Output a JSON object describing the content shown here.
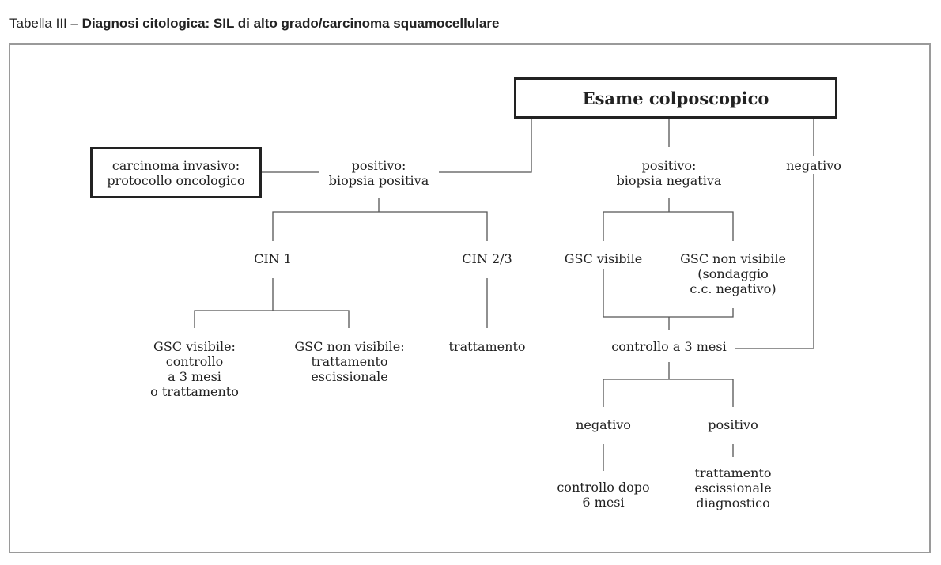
{
  "caption": {
    "prefix": "Tabella III – ",
    "title": "Diagnosi citologica: SIL di alto grado/carcinoma squamocellulare"
  },
  "nodes": {
    "root": "Esame colposcopico",
    "invasive": [
      "carcinoma invasivo:",
      "protocollo oncologico"
    ],
    "pos_biopsy_pos": [
      "positivo:",
      "biopsia positiva"
    ],
    "pos_biopsy_neg": [
      "positivo:",
      "biopsia negativa"
    ],
    "negative_top": "negativo",
    "cin1": "CIN 1",
    "cin23": "CIN 2/3",
    "gsc_vis_right": "GSC visibile",
    "gsc_nonvis_right": [
      "GSC non visibile",
      "(sondaggio",
      "c.c. negativo)"
    ],
    "gsc_vis_left": [
      "GSC visibile:",
      "controllo",
      "a 3 mesi",
      "o trattamento"
    ],
    "gsc_nonvis_left": [
      "GSC non visibile:",
      "trattamento",
      "escissionale"
    ],
    "treatment": "trattamento",
    "followup_3m": "controllo a 3 mesi",
    "negative_bottom": "negativo",
    "positive_bottom": "positivo",
    "followup_6m": [
      "controllo dopo",
      "6 mesi"
    ],
    "diag_excision": [
      "trattamento",
      "escissionale",
      "diagnostico"
    ]
  },
  "colors": {
    "line": "#555555",
    "box_border": "#222222",
    "frame_border": "#9a9a9a",
    "text": "#222222"
  }
}
